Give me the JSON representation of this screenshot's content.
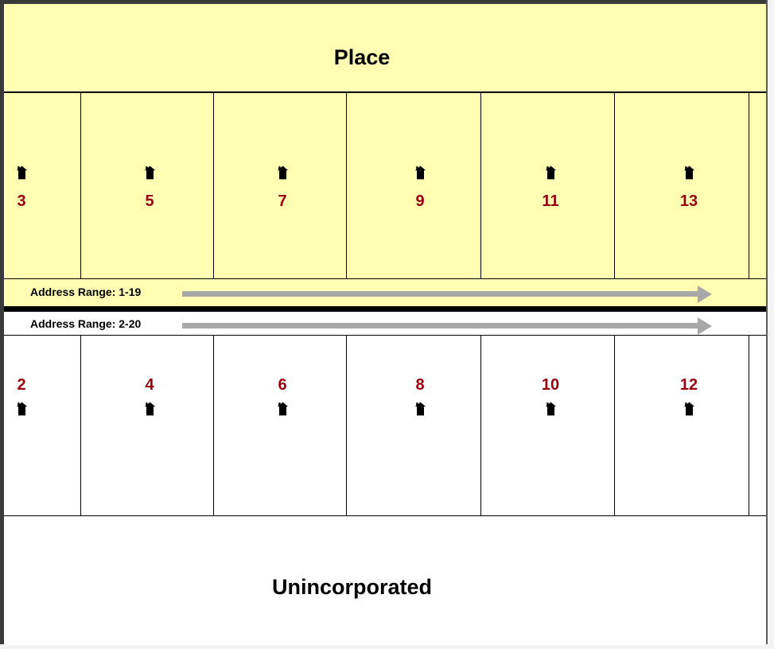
{
  "diagram": {
    "title_top": "Place",
    "title_bottom": "Unincorporated",
    "colors": {
      "place_fill": "#ffffb3",
      "unincorporated_fill": "#ffffff",
      "street": "#000000",
      "address_number": "#99000d",
      "arrow": "#a8a8a8",
      "border": "#000000"
    }
  },
  "odd_side": {
    "label": "Address Range: 1-19",
    "range_start": 1,
    "range_end": 19,
    "side": "odd",
    "area": "Place",
    "lots": [
      {
        "number": "3",
        "icon": "house-icon"
      },
      {
        "number": "5",
        "icon": "house-icon"
      },
      {
        "number": "7",
        "icon": "house-icon"
      },
      {
        "number": "9",
        "icon": "house-icon"
      },
      {
        "number": "11",
        "icon": "house-icon"
      },
      {
        "number": "13",
        "icon": "house-icon"
      }
    ]
  },
  "even_side": {
    "label": "Address Range: 2-20",
    "range_start": 2,
    "range_end": 20,
    "side": "even",
    "area": "Unincorporated",
    "lots": [
      {
        "number": "2",
        "icon": "house-icon"
      },
      {
        "number": "4",
        "icon": "house-icon"
      },
      {
        "number": "6",
        "icon": "house-icon"
      },
      {
        "number": "8",
        "icon": "house-icon"
      },
      {
        "number": "10",
        "icon": "house-icon"
      },
      {
        "number": "12",
        "icon": "house-icon"
      }
    ]
  }
}
